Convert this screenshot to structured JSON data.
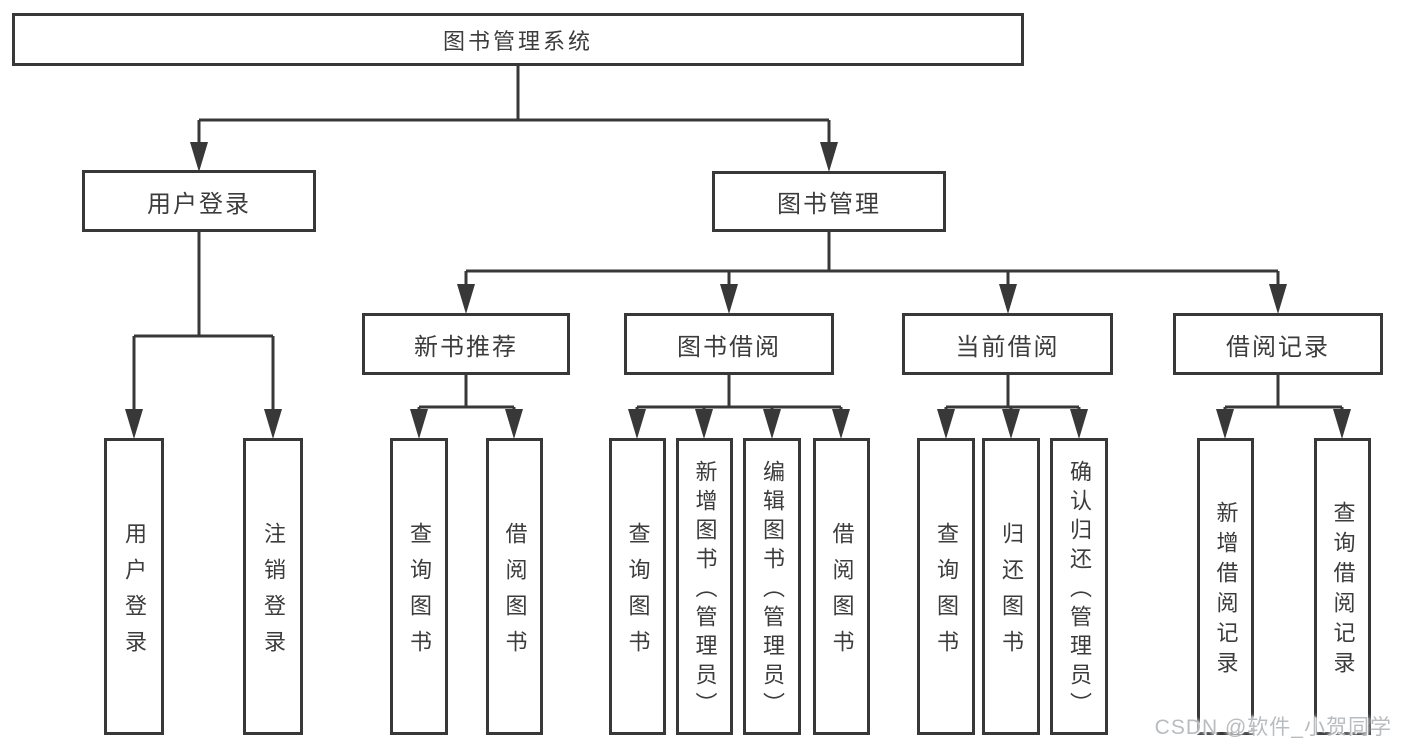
{
  "colors": {
    "line": "#383838",
    "text": "#3c3c3c",
    "box_fill": "#ffffff",
    "watermark": "#b9bcbf"
  },
  "tree": {
    "label": "图书管理系统",
    "children": [
      {
        "label": "用户登录",
        "children": [
          {
            "label": "用户登录"
          },
          {
            "label": "注销登录"
          }
        ]
      },
      {
        "label": "图书管理",
        "children": [
          {
            "label": "新书推荐",
            "children": [
              {
                "label": "查询图书"
              },
              {
                "label": "借阅图书"
              }
            ]
          },
          {
            "label": "图书借阅",
            "children": [
              {
                "label": "查询图书"
              },
              {
                "label": "新增图书（管理员）"
              },
              {
                "label": "编辑图书（管理员）"
              },
              {
                "label": "借阅图书"
              }
            ]
          },
          {
            "label": "当前借阅",
            "children": [
              {
                "label": "查询图书"
              },
              {
                "label": "归还图书"
              },
              {
                "label": "确认归还（管理员）"
              }
            ]
          },
          {
            "label": "借阅记录",
            "children": [
              {
                "label": "新增借阅记录"
              },
              {
                "label": "查询借阅记录"
              }
            ]
          }
        ]
      }
    ]
  },
  "watermark": "CSDN @软件_小贺同学"
}
